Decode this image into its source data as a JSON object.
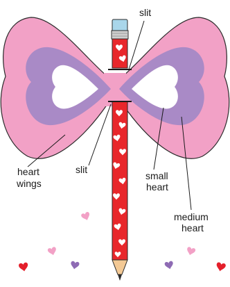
{
  "labels": {
    "slit_top": "slit",
    "slit_bottom": "slit",
    "heart_wings_line1": "heart",
    "heart_wings_line2": "wings",
    "small_heart_line1": "small",
    "small_heart_line2": "heart",
    "medium_heart_line1": "medium",
    "medium_heart_line2": "heart"
  },
  "colors": {
    "wing_pink": "#f2a1c6",
    "wing_outline": "#2b2b2b",
    "medium_heart_purple": "#a98ac6",
    "small_heart_white": "#ffffff",
    "pencil_red": "#e8272b",
    "eraser_blue": "#a9d6ea",
    "ferrule_gray": "#cfcfcf",
    "wood_tan": "#f3c995",
    "lead_dark": "#2a2a2a",
    "confetti_red": "#e41f2b",
    "confetti_purple": "#8e6bb4",
    "confetti_pink": "#f2a1c6"
  }
}
